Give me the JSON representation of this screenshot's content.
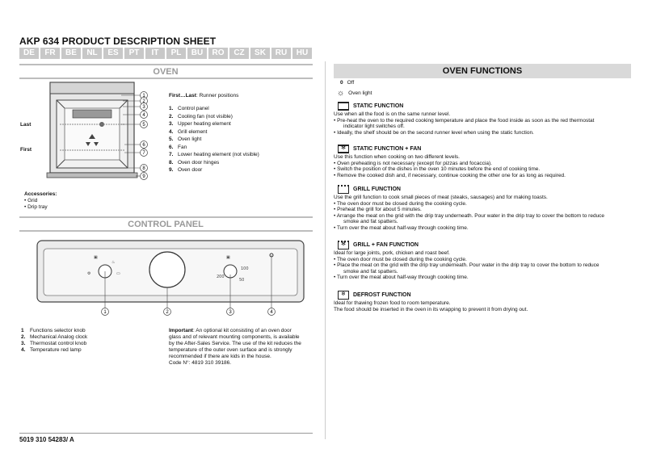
{
  "header": {
    "title": "AKP 634 PRODUCT DESCRIPTION SHEET",
    "languages": [
      "DE",
      "FR",
      "BE",
      "NL",
      "ES",
      "PT",
      "IT",
      "PL",
      "BU",
      "RO",
      "CZ",
      "SK",
      "RU",
      "HU"
    ]
  },
  "oven": {
    "heading": "OVEN",
    "label_last": "Last",
    "label_first": "First",
    "callouts": [
      "1",
      "2",
      "3",
      "4",
      "5",
      "6",
      "7",
      "8",
      "9"
    ],
    "runner_note_bold": "First…Last",
    "runner_note_rest": ": Runner positions",
    "parts": [
      {
        "num": "1.",
        "text": "Control panel"
      },
      {
        "num": "2.",
        "text": "Cooling fan (not visible)"
      },
      {
        "num": "3.",
        "text": "Upper heating element"
      },
      {
        "num": "4.",
        "text": "Grill element"
      },
      {
        "num": "5.",
        "text": "Oven light"
      },
      {
        "num": "6.",
        "text": "Fan"
      },
      {
        "num": "7.",
        "text": "Lower heating element (not visible)"
      },
      {
        "num": "8.",
        "text": "Oven door hinges"
      },
      {
        "num": "9.",
        "text": "Oven door"
      }
    ],
    "accessories_title": "Accessories:",
    "accessories": [
      "Grid",
      "Drip tray"
    ]
  },
  "control_panel": {
    "heading": "CONTROL PANEL",
    "callouts": [
      "1",
      "2",
      "3",
      "4"
    ],
    "items": [
      {
        "num": "1",
        "text": "Functions selector knob"
      },
      {
        "num": "2.",
        "text": "Mechanical Analog clock"
      },
      {
        "num": "3.",
        "text": "Thermostat control knob"
      },
      {
        "num": "4.",
        "text": "Temperature red lamp"
      }
    ],
    "important_bold": "Important",
    "important_lines": [
      ": An optional kit consisting of an oven door",
      "glass and of relevant mounting components, is available",
      "by the After-Sales Service. The use of the kit reduces the",
      "temperature of the outer oven surface and is strongly",
      "recommended if there are kids in the house."
    ],
    "code": "Code N°: 4819 310 39186."
  },
  "functions": {
    "heading": "OVEN FUNCTIONS",
    "off_symbol": "0",
    "off_label": "Off",
    "light_label": "Oven light",
    "static": {
      "title": "STATIC FUNCTION",
      "lines": [
        {
          "t": "Use when all the food is on the same runner level.",
          "ind": false
        },
        {
          "t": "•    Pre-heat the oven to the required cooking temperature and place the food inside as soon as the red thermostat",
          "ind": false
        },
        {
          "t": "indicator light switches off.",
          "ind": true
        },
        {
          "t": "•    Ideally, the shelf should be on the second runner level when using the static function.",
          "ind": false
        }
      ]
    },
    "static_fan": {
      "title": "STATIC FUNCTION + FAN",
      "lines": [
        {
          "t": "Use this function when cooking on two different levels.",
          "ind": false
        },
        {
          "t": "• Oven preheating is not necessary (except for pizzas and focaccia).",
          "ind": false
        },
        {
          "t": "• Switch the position of the dishes in the oven 10 minutes before the end of cooking time.",
          "ind": false
        },
        {
          "t": "•    Remove the cooked dish and, if necessary, continue cooking the other one for as long as required.",
          "ind": false
        }
      ]
    },
    "grill": {
      "title": "GRILL FUNCTION",
      "lines": [
        {
          "t": "Use the grill function to cook small pieces of meat (steaks, sausages) and for making toasts.",
          "ind": false
        },
        {
          "t": "• The oven door must be closed during the cooking cycle.",
          "ind": false
        },
        {
          "t": "• Preheat the grill for about 5 minutes.",
          "ind": false
        },
        {
          "t": "•    Arrange the meat on the grid with the drip tray underneath. Pour water in the drip tray to cover the bottom to reduce",
          "ind": false
        },
        {
          "t": "smoke and fat spatters.",
          "ind": true
        },
        {
          "t": "• Turn over the meat about half-way through cooking time.",
          "ind": false
        }
      ]
    },
    "grill_fan": {
      "title": "GRILL + FAN FUNCTION",
      "lines": [
        {
          "t": "Ideal for large joints, pork, chicken and roast beef.",
          "ind": false
        },
        {
          "t": "• The oven door must be closed during the cooking cycle.",
          "ind": false
        },
        {
          "t": "•    Place the meat on the grid with the drip tray underneath. Pour water in the drip tray to cover the bottom to reduce",
          "ind": false
        },
        {
          "t": "smoke and fat spatters.",
          "ind": true
        },
        {
          "t": "• Turn over the meat about half-way through cooking time.",
          "ind": false
        }
      ]
    },
    "defrost": {
      "title": "DEFROST FUNCTION",
      "lines": [
        {
          "t": "Ideal for thawing frozen food to room temperature.",
          "ind": false
        },
        {
          "t": "The food should be inserted in the oven in its wrapping to prevent it from drying out.",
          "ind": false
        }
      ]
    }
  },
  "footer": {
    "code": "5019 310 54283/ A"
  }
}
